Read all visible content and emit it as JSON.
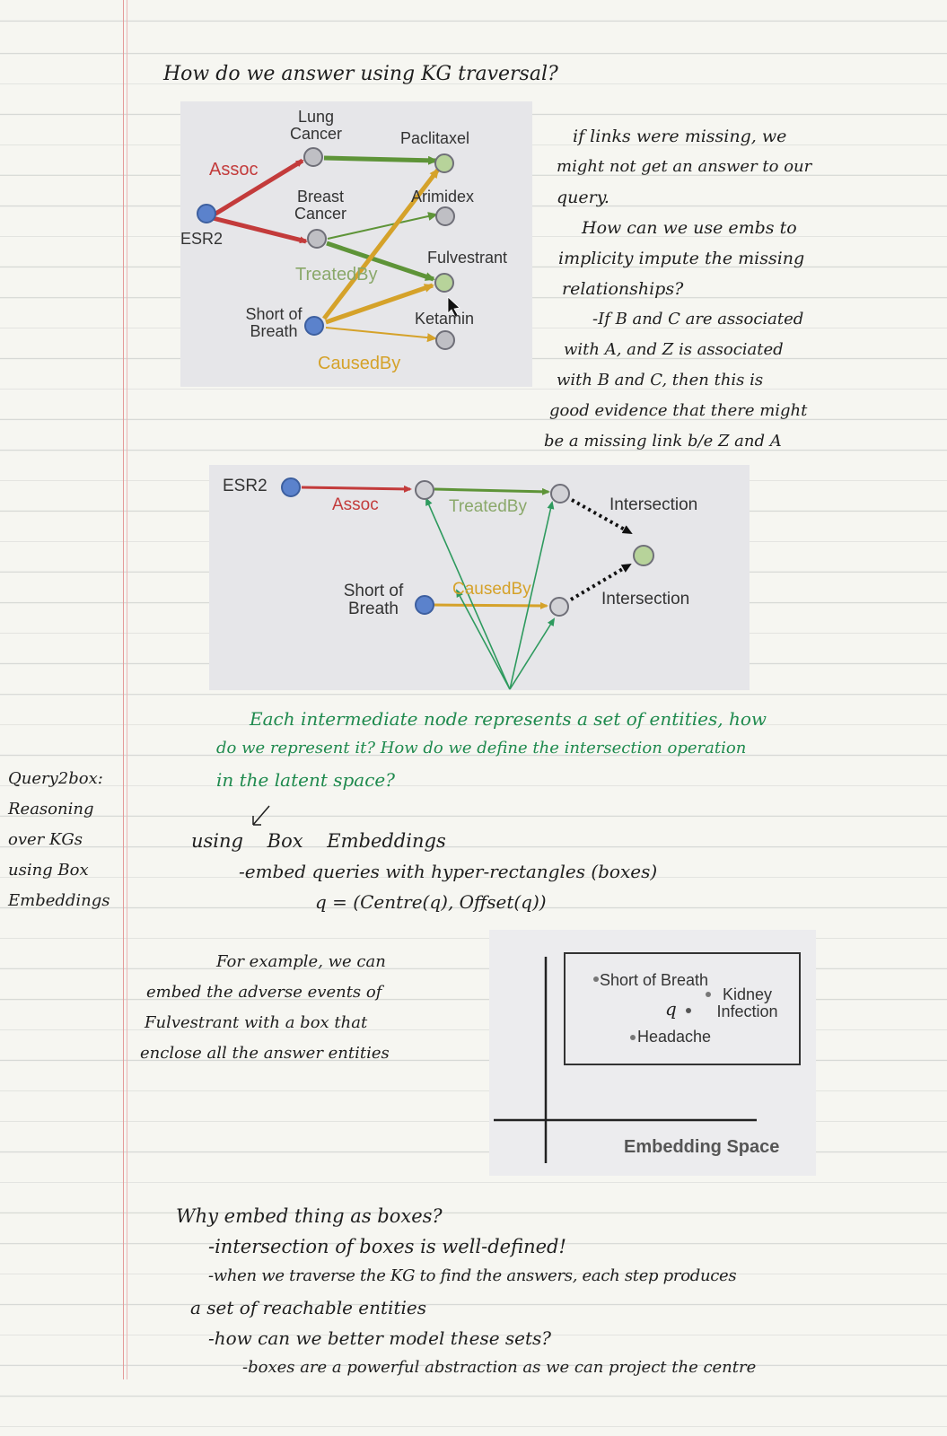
{
  "heading": "How do we answer using KG traversal?",
  "figure1": {
    "nodes": {
      "lung_cancer": "Lung Cancer",
      "breast_cancer": "Breast Cancer",
      "esr2": "ESR2",
      "short_of_breath": "Short of Breath",
      "paclitaxel": "Paclitaxel",
      "arimidex": "Arimidex",
      "fulvestrant": "Fulvestrant",
      "ketamin": "Ketamin"
    },
    "relations": {
      "assoc": "Assoc",
      "treated_by": "TreatedBy",
      "caused_by": "CausedBy"
    },
    "colors": {
      "assoc": "#c33b3b",
      "treated_by": "#5e9438",
      "caused_by": "#d5a22a",
      "anchor_node": "#5b82cc",
      "answer_node": "#b7d39a",
      "plain_node": "#bfbfc4"
    }
  },
  "notes_right": [
    "if links were missing, we",
    "might not get an answer to our",
    "query.",
    "How can we use embs to",
    "implicity impute the missing",
    "relationships?",
    "-If B and C are associated",
    "with A, and Z is associated",
    "with B and C, then this is",
    "good evidence that there might",
    "be a missing link b/e Z and A"
  ],
  "figure2": {
    "esr2": "ESR2",
    "assoc": "Assoc",
    "treated_by": "TreatedBy",
    "intersection_1": "Intersection",
    "short_of_breath": "Short of Breath",
    "caused_by": "CausedBy",
    "intersection_2": "Intersection"
  },
  "green_note": [
    "Each intermediate node represents a set of entities, how",
    "do we represent it? How do we define the intersection operation",
    "in the latent space?"
  ],
  "margin_note": [
    "Query2box:",
    "Reasoning",
    "over KGs",
    "using Box",
    "Embeddings"
  ],
  "box_embeddings": {
    "title": "using Box Embeddings",
    "bullet": "-embed queries with hyper-rectangles (boxes)",
    "formula": "q = (Centre(q), Offset(q))"
  },
  "example_note": [
    "For example, we can",
    "embed the adverse events of",
    "Fulvestrant with a box that",
    "enclose all the answer entities"
  ],
  "figure3": {
    "points": [
      "Short of Breath",
      "Kidney Infection",
      "Headache"
    ],
    "query": "q",
    "caption": "Embedding Space"
  },
  "why_boxes": [
    "Why embed thing as boxes?",
    "-intersection of boxes is well-defined!",
    "-when we traverse the KG to find the answers, each step produces",
    "a set of reachable entities",
    "-how can we better model these sets?",
    "-boxes are a powerful abstraction as we can project the centre"
  ]
}
